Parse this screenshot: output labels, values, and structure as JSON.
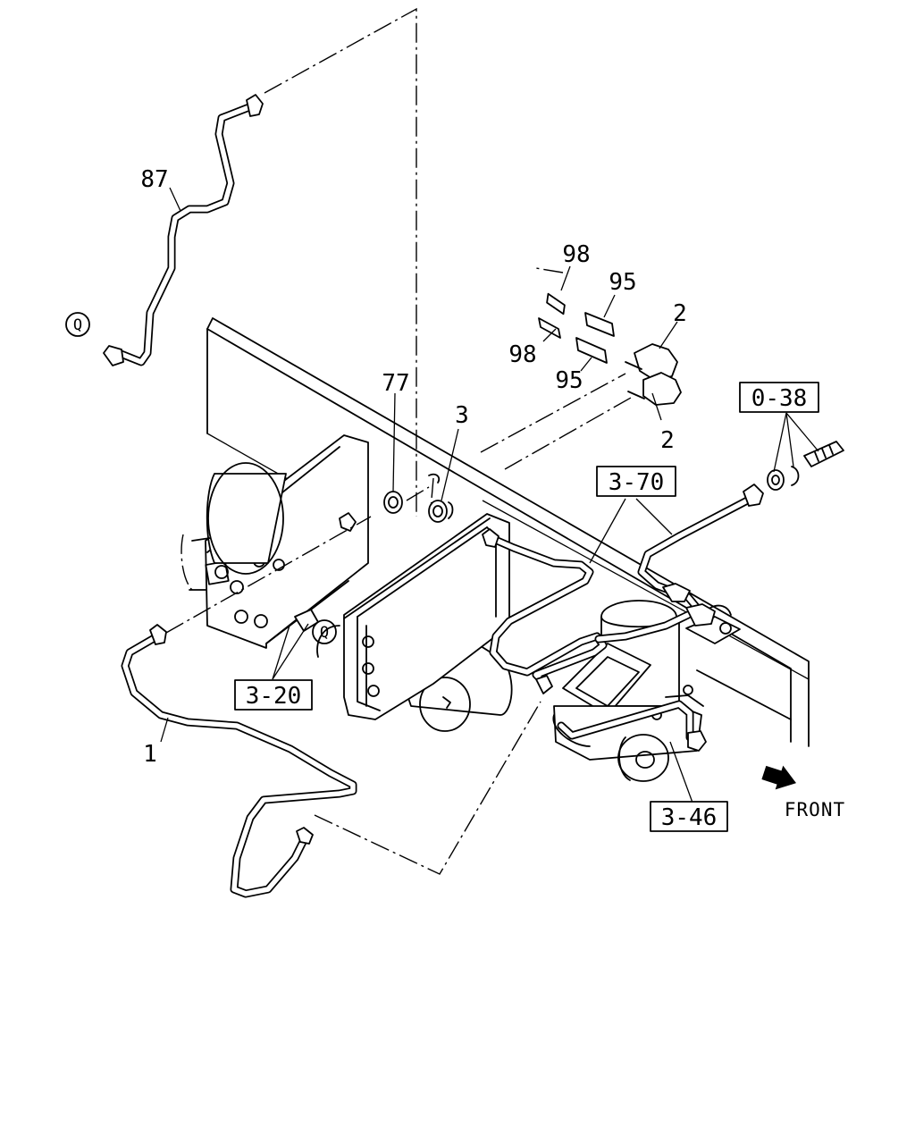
{
  "labels": {
    "p87": "87",
    "p98a": "98",
    "p95a": "95",
    "p2a": "2",
    "p98b": "98",
    "p95b": "95",
    "p2b": "2",
    "p77": "77",
    "p3": "3",
    "p1": "1"
  },
  "ref_boxes": {
    "b038": "0-38",
    "b370": "3-70",
    "b320": "3-20",
    "b346": "3-46"
  },
  "markers": {
    "q1": "Q",
    "q2": "Q"
  },
  "direction": {
    "text": "FRONT"
  }
}
